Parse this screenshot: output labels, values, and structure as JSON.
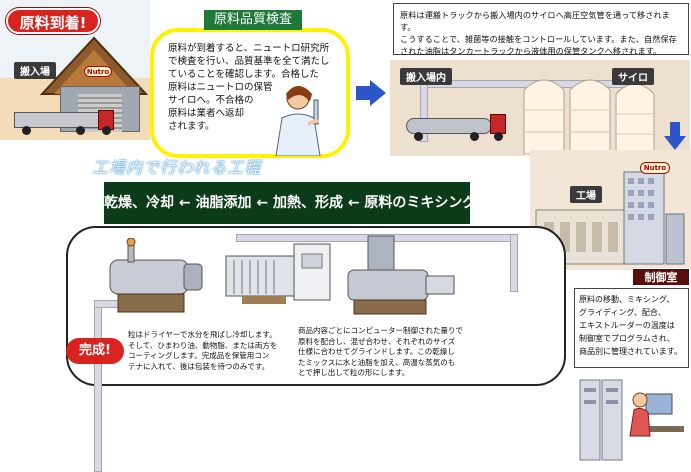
{
  "arrival": {
    "badge": "原料到着!",
    "loading_area": "搬入場"
  },
  "inspection": {
    "title": "原料品質検査",
    "lines": [
      "原料が到着すると、ニュートロ研究所",
      "で検査を行い、品質基準を全て満たし",
      "ていることを確認します。合格した",
      "原料はニュートロの保管",
      "サイロへ。不合格の",
      "原料は業者へ返却",
      "されます。"
    ]
  },
  "storage": {
    "lines": [
      "原料は運搬トラックから搬入場内のサイロへ高圧空気管を通って移されます。",
      "こうすることで、雑菌等の接触をコントロールしています。また、自然保存",
      "された油脂はタンカートラックから液体用の保管タンクへ移されます。"
    ],
    "loading_area_inside": "搬入場内",
    "silo": "サイロ"
  },
  "brand": "Nutro",
  "factory": "工場",
  "factory_heading": "工場内で行われる工程",
  "process_banner": "乾燥、冷却 ← 油脂添加 ← 加熱、形成 ← 原料のミキシング",
  "control_room": {
    "title": "制御室",
    "lines": [
      "原料の移動、ミキシング、",
      "グライディング、配合、",
      "エキストルーダーの温度は",
      "制御室でプログラムされ、",
      "商品別に管理されています。"
    ]
  },
  "completion": {
    "badge": "完成!",
    "lines": [
      "粒はドライヤーで水分を飛ばし冷却します。",
      "そして、ひまわり油、動物脂、または両方を",
      "コーティングします。完成品を保管用コン",
      "テナに入れて、後は包装を待つのみです。"
    ]
  },
  "mixing": {
    "lines": [
      "商品内容ごとにコンピューター制御された量りで",
      "原料を配合し、混ぜ合わせ、それぞれのサイズ",
      "仕様に合わせてグラインドします。この乾燥し",
      "たミックスに水と油脂を加え、高温な蒸気のも",
      "とで押し出して粒の形にします。"
    ]
  },
  "colors": {
    "badge_red": "#d8231f",
    "banner_green": "#0c3b1a",
    "title_green": "#1f7a3a",
    "arrow_blue": "#2a56c9",
    "bubble_yellow": "#fff200"
  }
}
